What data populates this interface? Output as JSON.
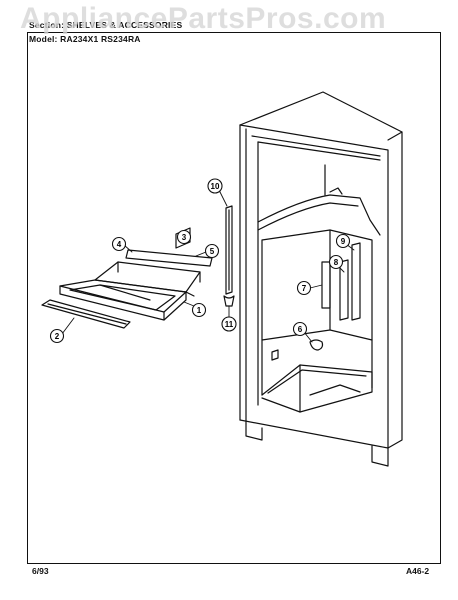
{
  "header": {
    "section_text": "Section: SHELVES & ACCESSORIES",
    "model_text": "Model: RA234X1 RS234RA"
  },
  "footer": {
    "date": "6/93",
    "page_code": "A46-2"
  },
  "watermark": {
    "text": "AppliancePartsPros.com"
  },
  "callouts": [
    {
      "id": "1",
      "label": "1"
    },
    {
      "id": "2",
      "label": "2"
    },
    {
      "id": "3",
      "label": "3"
    },
    {
      "id": "4",
      "label": "4"
    },
    {
      "id": "5",
      "label": "5"
    },
    {
      "id": "6",
      "label": "6"
    },
    {
      "id": "7",
      "label": "7"
    },
    {
      "id": "8",
      "label": "8"
    },
    {
      "id": "9",
      "label": "9"
    },
    {
      "id": "10",
      "label": "10"
    },
    {
      "id": "11",
      "label": "11"
    }
  ],
  "colors": {
    "line": "#111111",
    "watermark": "#d6d6d6"
  }
}
